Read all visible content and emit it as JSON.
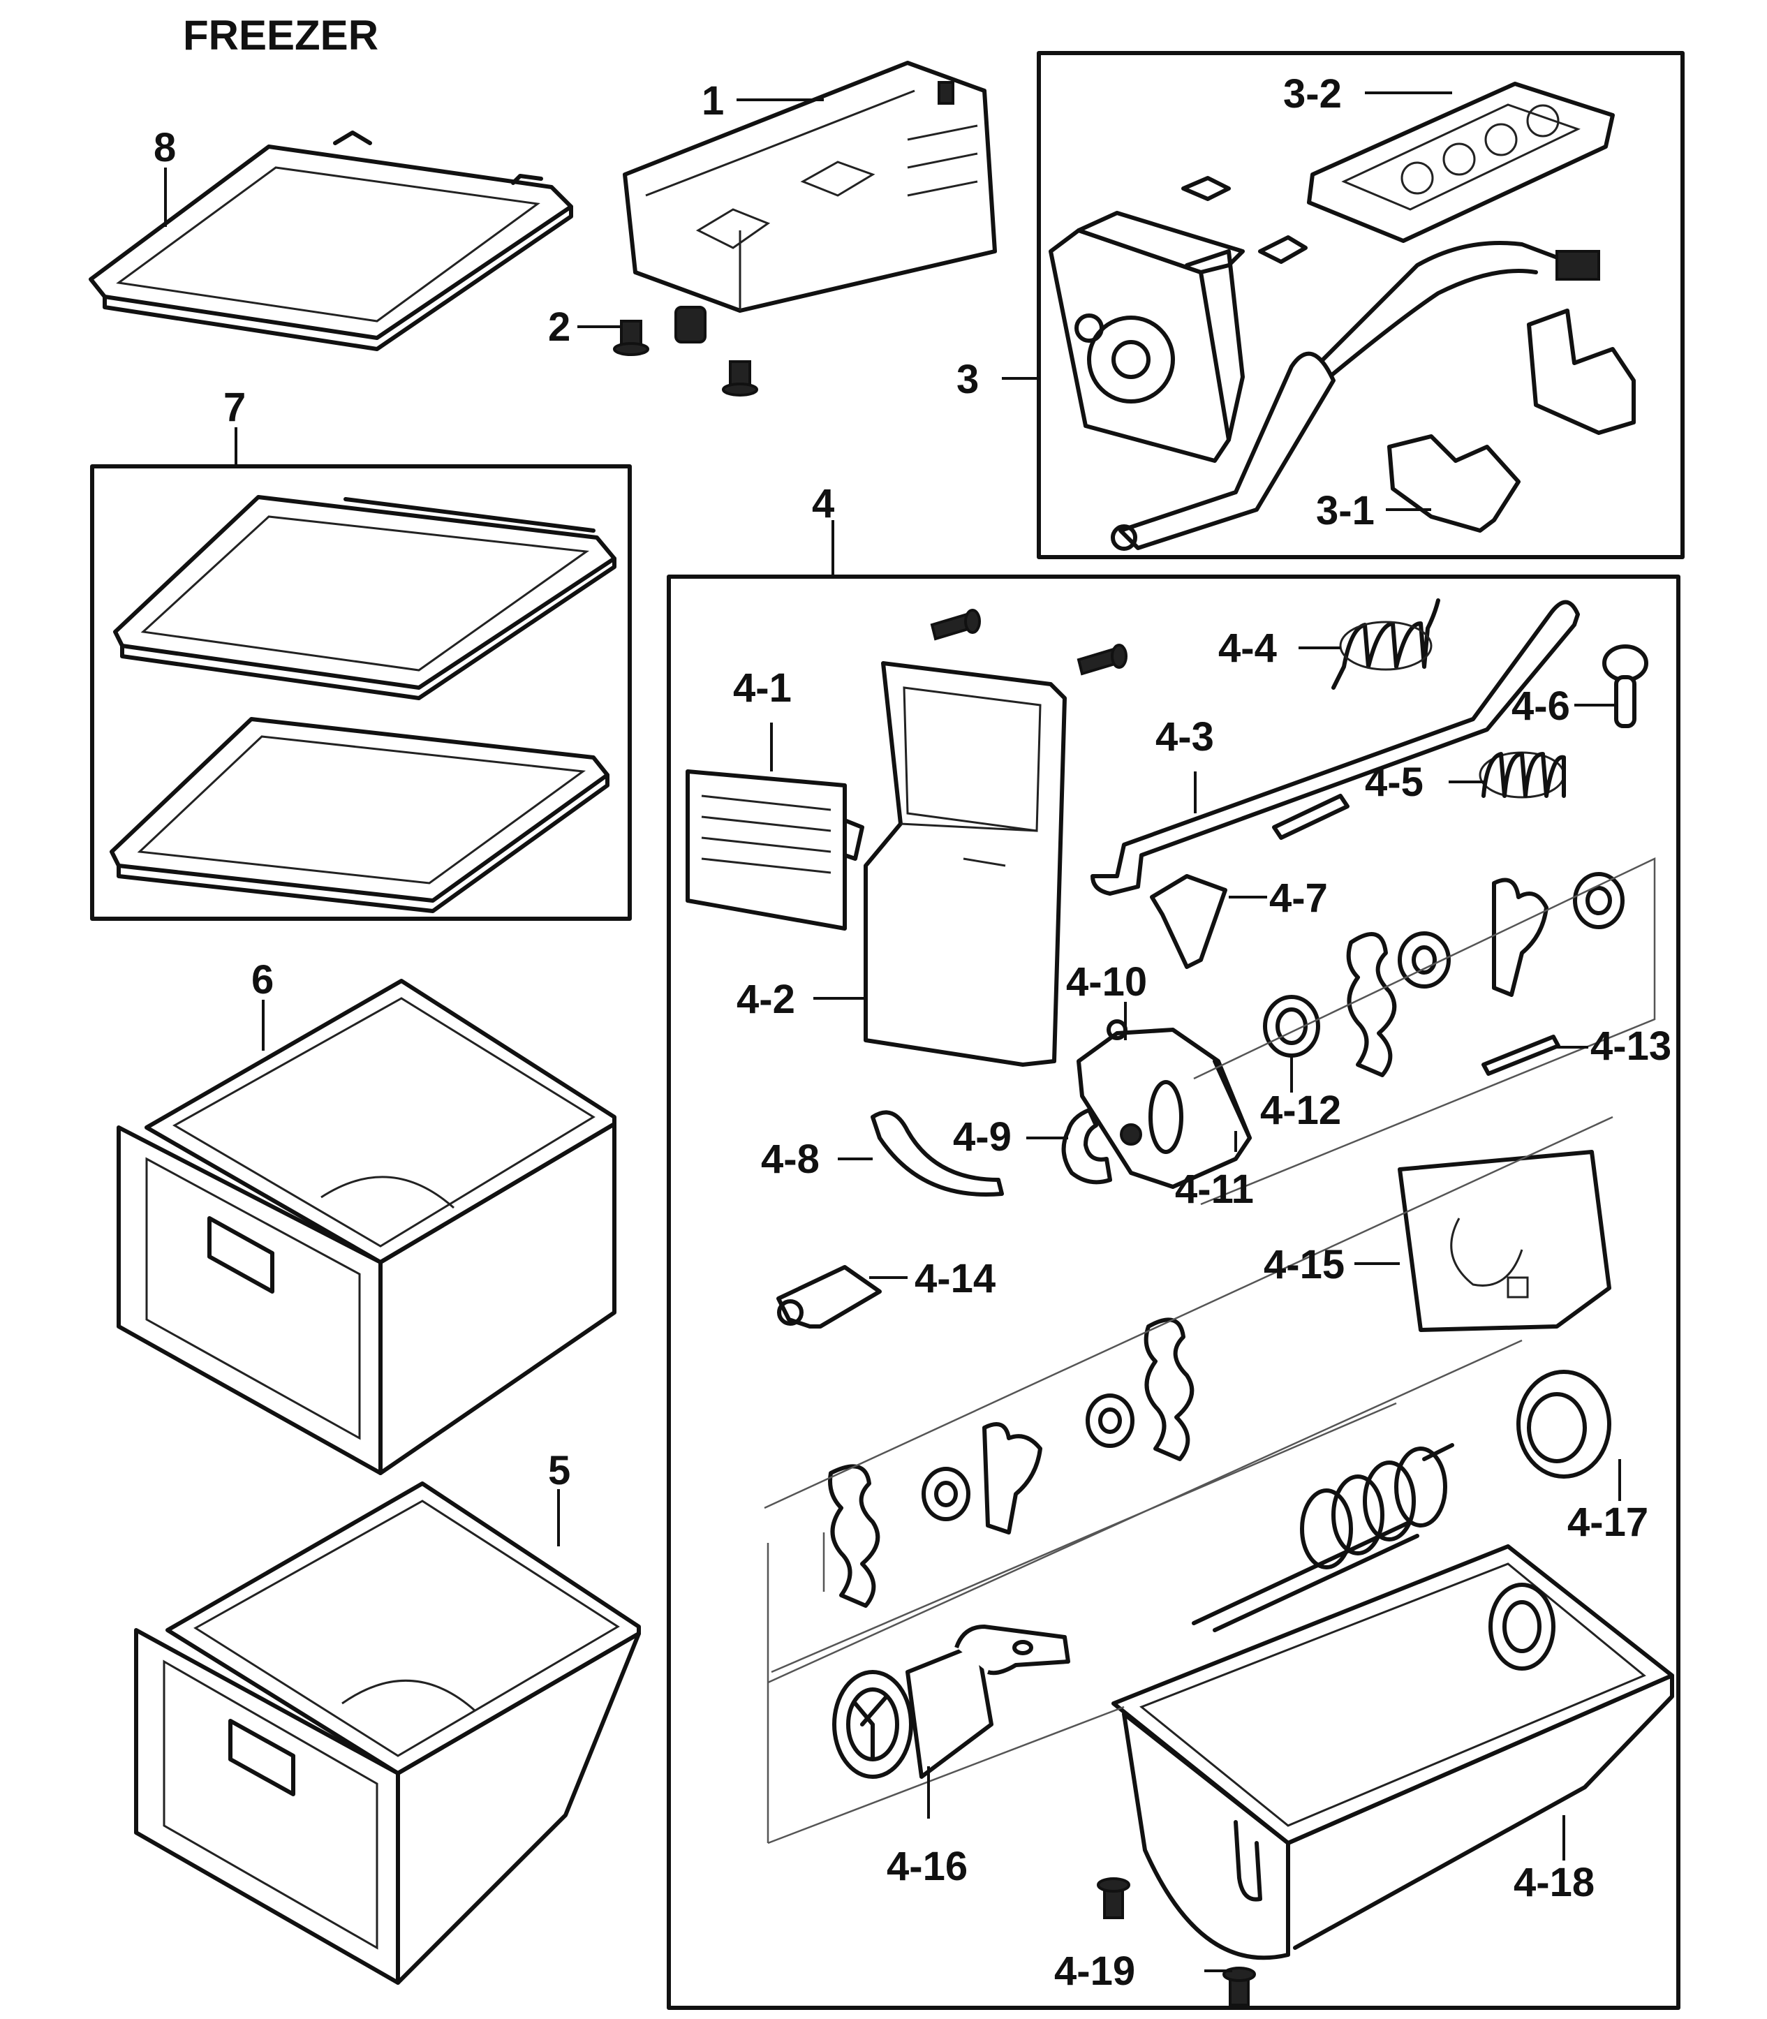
{
  "title": "FREEZER",
  "callouts": {
    "c1": "1",
    "c2": "2",
    "c3": "3",
    "c3_1": "3-1",
    "c3_2": "3-2",
    "c4": "4",
    "c4_1": "4-1",
    "c4_2": "4-2",
    "c4_3": "4-3",
    "c4_4": "4-4",
    "c4_5": "4-5",
    "c4_6": "4-6",
    "c4_7": "4-7",
    "c4_8": "4-8",
    "c4_9": "4-9",
    "c4_10": "4-10",
    "c4_11": "4-11",
    "c4_12": "4-12",
    "c4_13": "4-13",
    "c4_14": "4-14",
    "c4_15": "4-15",
    "c4_16": "4-16",
    "c4_17": "4-17",
    "c4_18": "4-18",
    "c4_19": "4-19",
    "c5": "5",
    "c6": "6",
    "c7": "7",
    "c8": "8"
  }
}
